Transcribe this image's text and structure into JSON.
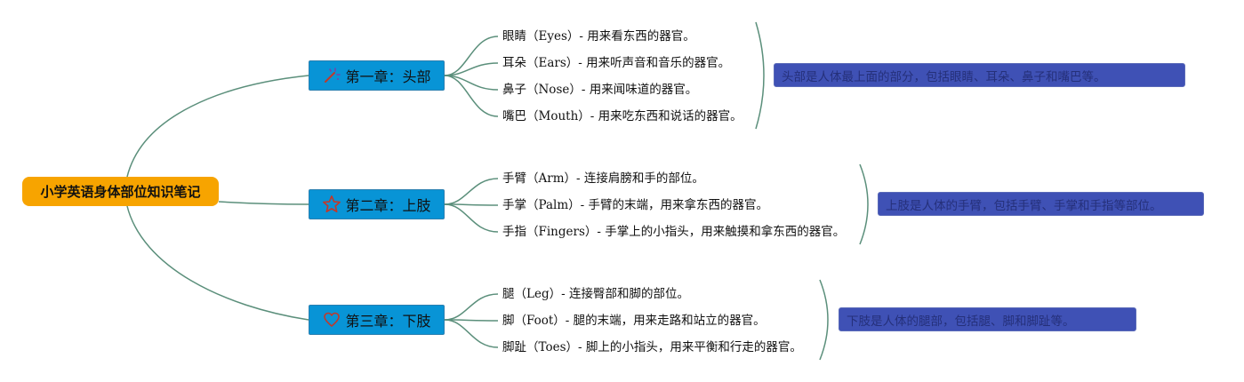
{
  "root": {
    "label": "小学英语身体部位知识笔记"
  },
  "chapters": [
    {
      "label": "第一章：头部",
      "icon": "magic-wand-icon",
      "items": [
        "眼睛（Eyes）- 用来看东西的器官。",
        "耳朵（Ears）- 用来听声音和音乐的器官。",
        "鼻子（Nose）- 用来闻味道的器官。",
        "嘴巴（Mouth）- 用来吃东西和说话的器官。"
      ],
      "summary": "头部是人体最上面的部分，包括眼睛、耳朵、鼻子和嘴巴等。"
    },
    {
      "label": "第二章：上肢",
      "icon": "star-icon",
      "items": [
        "手臂（Arm）- 连接肩膀和手的部位。",
        "手掌（Palm）- 手臂的末端，用来拿东西的器官。",
        "手指（Fingers）- 手掌上的小指头，用来触摸和拿东西的器官。"
      ],
      "summary": "上肢是人体的手臂，包括手臂、手掌和手指等部位。"
    },
    {
      "label": "第三章：下肢",
      "icon": "heart-icon",
      "items": [
        "腿（Leg）- 连接臀部和脚的部位。",
        "脚（Foot）- 腿的末端，用来走路和站立的器官。",
        "脚趾（Toes）- 脚上的小指头，用来平衡和行走的器官。"
      ],
      "summary": "下肢是人体的腿部，包括腿、脚和脚趾等。"
    }
  ],
  "colors": {
    "root_fill": "#f7a400",
    "chapter_fill": "#0894d6",
    "connector": "#5b8f7b",
    "summary_fill": "#3f51b5",
    "icon_red": "#c0392b"
  }
}
